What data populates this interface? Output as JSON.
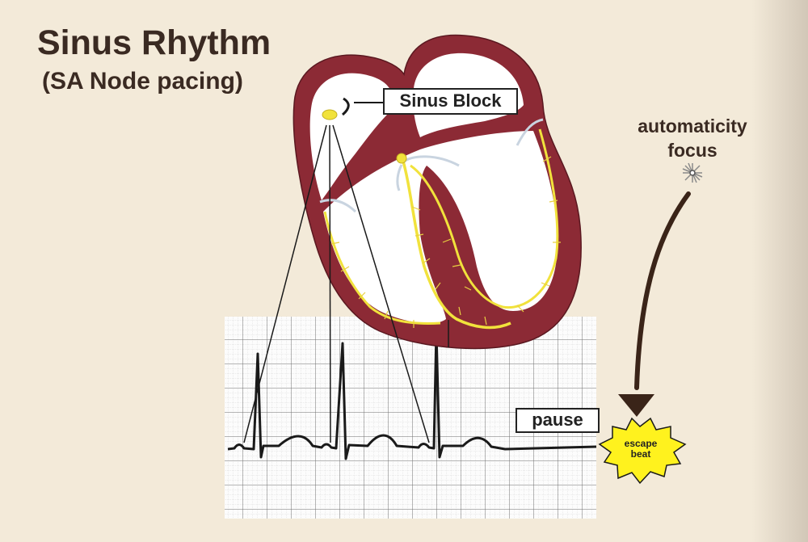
{
  "title": "Sinus Rhythm",
  "subtitle": "(SA Node pacing)",
  "labels": {
    "sinus_block": "Sinus Block",
    "automaticity": "automaticity",
    "focus": "focus",
    "pause": "pause",
    "escape_line1": "escape",
    "escape_line2": "beat"
  },
  "colors": {
    "background": "#f3ead9",
    "heart_wall": "#8c2a35",
    "heart_chamber": "#ffffff",
    "conduction": "#f1e23c",
    "ecg_grid": "#8a8a8a",
    "ecg_trace": "#1a1a1a",
    "starburst": "#fff21e",
    "arrow": "#3a2418"
  }
}
